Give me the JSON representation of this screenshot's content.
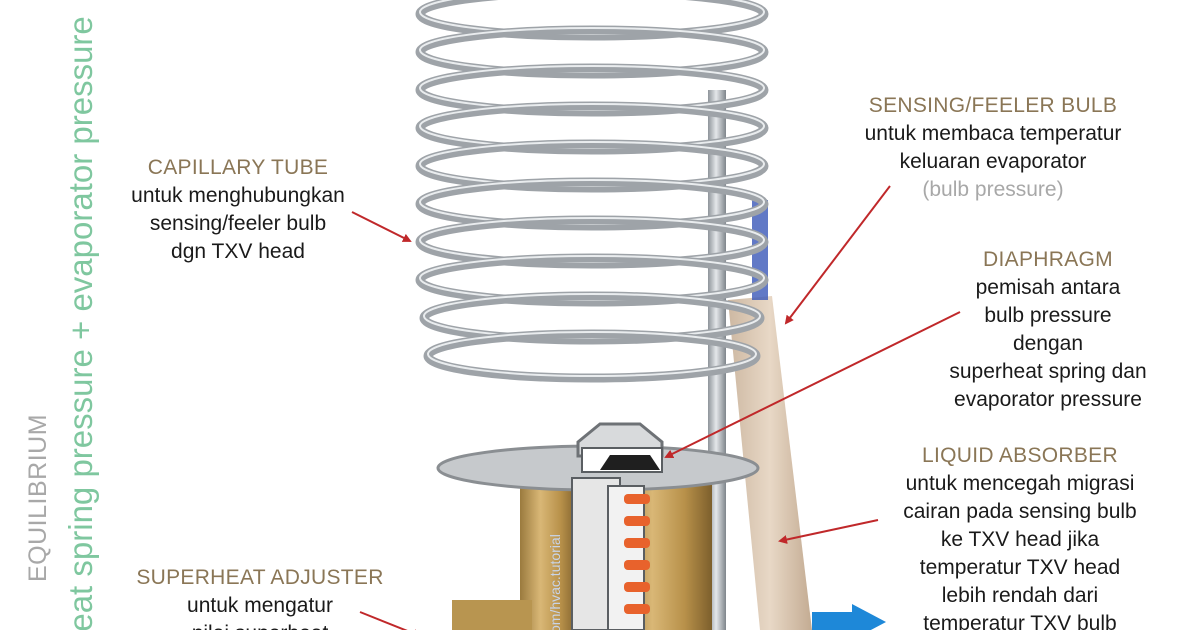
{
  "side_text": {
    "equilibrium": "EQUILIBRIUM",
    "equation": "heat spring pressure + evaporator pressure"
  },
  "watermark": "com/hvac.tutorial",
  "labels": {
    "capillary_tube": {
      "title": "CAPILLARY TUBE",
      "lines": [
        "untuk menghubungkan",
        "sensing/feeler bulb",
        "dgn TXV head"
      ]
    },
    "sensing_bulb": {
      "title": "SENSING/FEELER BULB",
      "lines": [
        "untuk membaca temperatur",
        "keluaran evaporator"
      ],
      "note": "(bulb pressure)"
    },
    "diaphragm": {
      "title": "DIAPHRAGM",
      "lines": [
        "pemisah antara",
        "bulb pressure",
        "dengan",
        "superheat spring dan",
        "evaporator pressure"
      ]
    },
    "liquid_absorber": {
      "title": "LIQUID ABSORBER",
      "lines": [
        "untuk mencegah migrasi",
        "cairan pada sensing bulb",
        "ke TXV head jika",
        "temperatur TXV head",
        "lebih rendah dari",
        "temperatur TXV bulb"
      ]
    },
    "superheat_adjuster": {
      "title": "SUPERHEAT ADJUSTER",
      "lines": [
        "untuk mengatur",
        "nilai superheat"
      ]
    }
  },
  "colors": {
    "arrow": "#c0282a",
    "title_text": "#8a7656",
    "equation_text": "#7fc79f",
    "flow_arrow": "#1e88d8",
    "spring": "#e8622c",
    "coil": "#9ea3a8"
  }
}
